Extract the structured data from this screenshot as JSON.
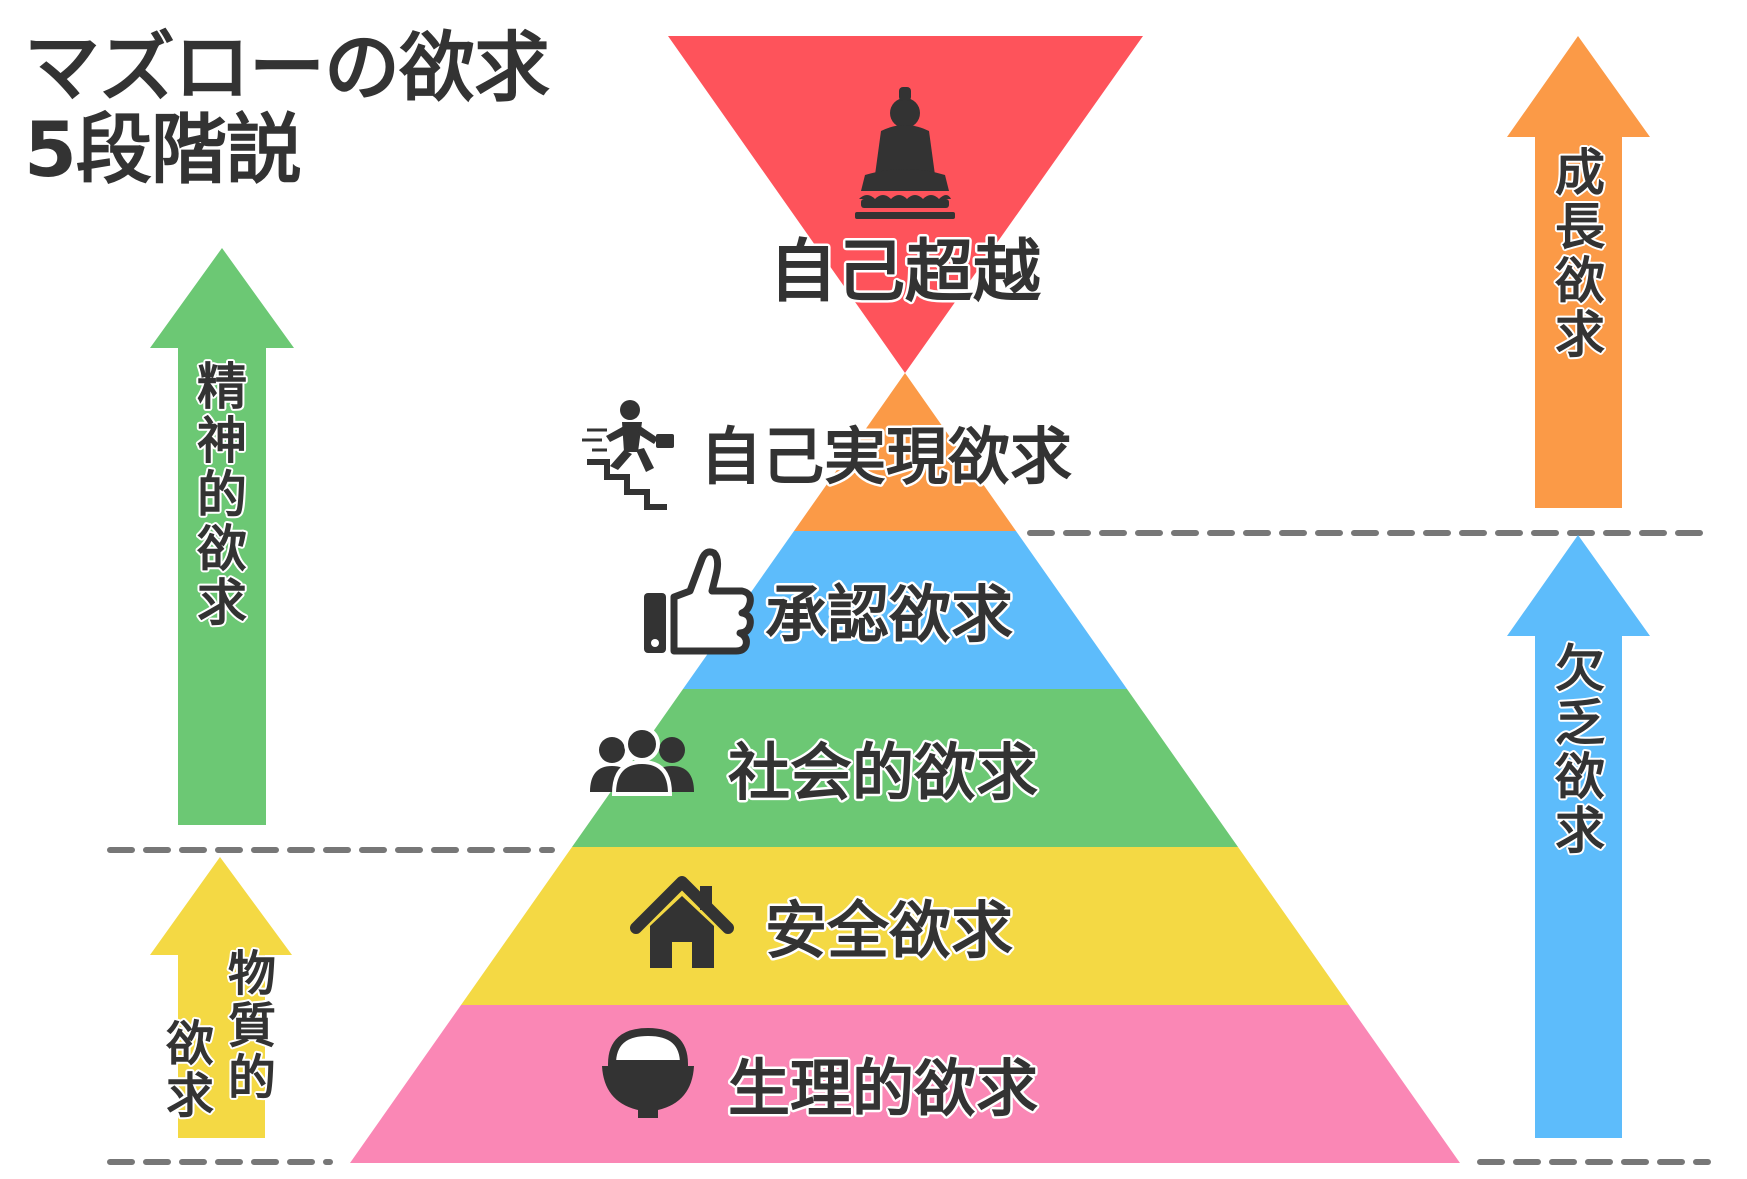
{
  "title": {
    "line1": "マズローの欲求",
    "line2": "5段階説"
  },
  "levels": [
    {
      "label": "自己超越",
      "color": "#fe535b",
      "icon": "buddha-icon"
    },
    {
      "label": "自己実現欲求",
      "color": "#fb9a47",
      "icon": "stairs-climber-icon"
    },
    {
      "label": "承認欲求",
      "color": "#5dbcfb",
      "icon": "thumbs-up-icon"
    },
    {
      "label": "社会的欲求",
      "color": "#6cc874",
      "icon": "group-icon"
    },
    {
      "label": "安全欲求",
      "color": "#f4d944",
      "icon": "house-icon"
    },
    {
      "label": "生理的欲求",
      "color": "#fa87b5",
      "icon": "rice-bowl-icon"
    }
  ],
  "arrows": {
    "spiritual": {
      "chars": [
        "精",
        "神",
        "的",
        "欲",
        "求"
      ],
      "color": "#6cc874"
    },
    "material": {
      "col1": [
        "物",
        "質",
        "的"
      ],
      "col2": [
        "欲",
        "求"
      ],
      "color": "#f4d944"
    },
    "growth": {
      "chars": [
        "成",
        "長",
        "欲",
        "求"
      ],
      "color": "#fb9a47"
    },
    "deficiency": {
      "chars": [
        "欠",
        "乏",
        "欲",
        "求"
      ],
      "color": "#5dbcfb"
    }
  }
}
